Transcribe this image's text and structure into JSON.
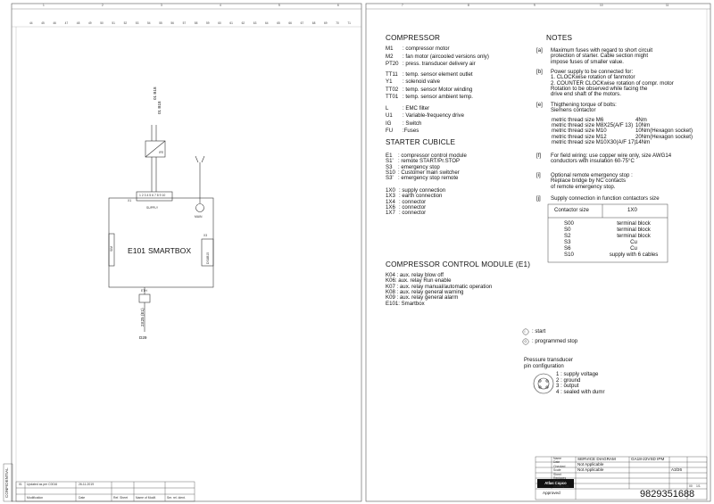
{
  "ruler_left": [
    "44",
    "45",
    "46",
    "47",
    "48",
    "49",
    "50",
    "51",
    "52",
    "53",
    "54",
    "55",
    "56",
    "57",
    "58",
    "59",
    "60",
    "61",
    "62",
    "63",
    "64",
    "65",
    "66",
    "67",
    "68",
    "69",
    "70",
    "71"
  ],
  "ruler_left_top": [
    "1",
    "2",
    "3",
    "4",
    "5",
    "6"
  ],
  "ruler_right_top": [
    "7",
    "8",
    "9",
    "10",
    "11"
  ],
  "wiring": {
    "supply_lines": [
      "01 B18",
      "01 B18"
    ],
    "fuse_label": "IFE",
    "x1_label": "X1",
    "x1_pins": "1 2 3 4 5 6 7 8 9 10",
    "supply_label": "SUPPLY",
    "main_label": "MAIN",
    "box_title": "E101",
    "box_name": "SMARTBOX",
    "sim_label": "SIM",
    "x3_label": "X3",
    "x3_sub": "DSUB15",
    "eth_label": "ETH",
    "cable_label": "2X25 (E1)",
    "d_label": "D29"
  },
  "compressor": {
    "title": "COMPRESSOR",
    "items": [
      [
        "M1",
        ": compressor motor"
      ],
      [
        "M2",
        ": fan motor (aircooled versions only)"
      ],
      [
        "PT20",
        ": press. transducer delivery air"
      ],
      [
        "TT11",
        ": temp. sensor element outlet"
      ],
      [
        "Y1",
        ": solenoid valve"
      ],
      [
        "TT02",
        ": temp. sensor Motor  winding"
      ],
      [
        "TT01",
        ": temp. sensor ambient temp."
      ],
      [
        "L",
        ": EMC filter"
      ],
      [
        "U1",
        ": Variable-frequency drive"
      ],
      [
        "IG",
        ": Switch"
      ],
      [
        "FU",
        ":Fuses"
      ]
    ]
  },
  "starter": {
    "title": "STARTER CUBICLE",
    "items": [
      [
        "E1",
        ": compressor control module"
      ],
      [
        "S1'",
        ": remote START/Pr.STOP"
      ],
      [
        "S3",
        ": emergency stop"
      ],
      [
        "S10",
        ": Customer main switcher"
      ],
      [
        "S3'",
        ": emergency stop remote"
      ]
    ],
    "connectors": [
      [
        "1X0",
        ": supply connection"
      ],
      [
        "1X3",
        ": earth connection"
      ],
      [
        "1X4",
        ": connector"
      ],
      [
        "1X6",
        ": connector"
      ],
      [
        "1X7",
        ": connector"
      ]
    ]
  },
  "control_module": {
    "title": "COMPRESSOR CONTROL MODULE (E1)",
    "items": [
      "K04 : aux. relay blow off",
      "K06: aux. relay Run enable",
      "K07 : aux. relay manual/automatic operation",
      "K08 : aux. relay general warning",
      "K09 : aux. relay  general alarm",
      "E101: Smartbox"
    ]
  },
  "notes": {
    "title": "NOTES",
    "a": {
      "tag": "[a]",
      "lines": [
        "Maximum fuses with regard to short circuit",
        "protection of starter. Cable section might",
        "impose fuses of smaller value."
      ]
    },
    "b": {
      "tag": "[b]",
      "lines": [
        "Power supply to be connected for:",
        "1. CLOCKwise rotation of fanmotor",
        "2. COUNTER CLOCKwise rotation of compr. motor",
        "Rotation to be observed while facing the",
        "drive end shaft of the motors."
      ]
    },
    "e": {
      "tag": "[e]",
      "lines": [
        "Thigthening torque of bolts:",
        "Siemens contactor"
      ],
      "torque": [
        [
          "metric thread size M6",
          "4Nm"
        ],
        [
          "metric thread size M8X25(A/F 13)",
          "10Nm"
        ],
        [
          "metric thread size M10",
          "10Nm(Hexagon socket)"
        ],
        [
          "metric thread size M12",
          "20Nm(Hexagon socket)"
        ],
        [
          "metric thread size M10X30(A/F 17)",
          "14Nm"
        ]
      ]
    },
    "f": {
      "tag": "[f]",
      "lines": [
        "For field wiring: use copper wire only, size AWG14",
        "conductors with insulation 60-75°C"
      ]
    },
    "i": {
      "tag": "[i]",
      "lines": [
        "Optional remote emergency stop :",
        "Replace bridge by NC contacts",
        "of remote emergency stop."
      ]
    },
    "j": {
      "tag": "[j]",
      "lines": [
        "Supply connection in function contactors size"
      ]
    }
  },
  "contactor_table": {
    "headers": [
      "Contactor size",
      "1X0"
    ],
    "rows": [
      [
        "S00",
        "terminal block"
      ],
      [
        "S0",
        "terminal block"
      ],
      [
        "S2",
        "terminal block"
      ],
      [
        "S3",
        "Cu"
      ],
      [
        "S6",
        "Cu"
      ],
      [
        "S10",
        "supply with 6 cables"
      ]
    ]
  },
  "legend": {
    "start_symbol": "I",
    "start": ": start",
    "stop_symbol": "O",
    "stop": ": programmed stop"
  },
  "transducer": {
    "title_lines": [
      "Pressure transducer",
      "pin configuration"
    ],
    "pins": [
      "1 : supply voltage",
      "2 : ground",
      "3 : output",
      "4 : sealed with dumr"
    ]
  },
  "title_block": {
    "doc_type": "SERVICE DIAGRAM",
    "doc_code": "GA18-22VSD IPM",
    "na_1": "Not Applicable",
    "na_2": "Not Applicable",
    "format": "A3/26",
    "brand": "Atlas Copco",
    "approved": "Approved",
    "doc_number": "9829351688",
    "revision": "00",
    "sheet": "1/1",
    "small_fields": [
      "Name",
      "Date",
      "Checked",
      "Scale",
      "Sheet",
      "Replaces",
      "Format",
      "Drawing no."
    ]
  },
  "revision_block": {
    "confidential": "CONFIDENTIAL",
    "rev": "01",
    "desc": "Updated as per C0016",
    "date": "26-11-2019",
    "fields": [
      "Modification",
      "Date",
      "Ref. Sheet",
      "Name of Modif.",
      "Ser. rel. ident."
    ]
  }
}
